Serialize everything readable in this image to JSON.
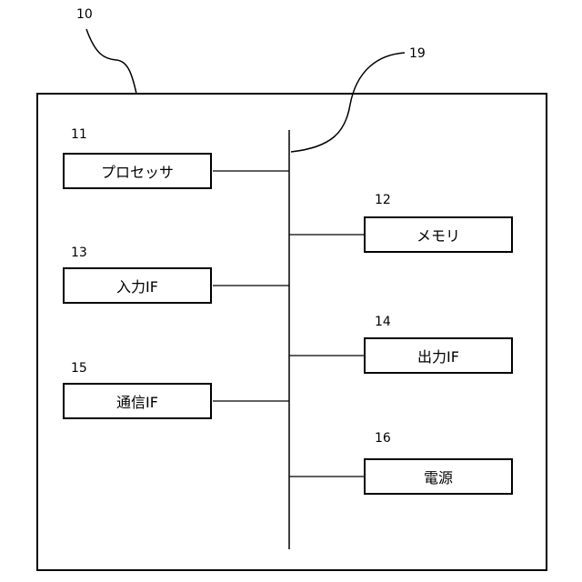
{
  "device": {
    "ref": "10"
  },
  "bus": {
    "ref": "19"
  },
  "components": [
    {
      "ref": "11",
      "label": "プロセッサ"
    },
    {
      "ref": "12",
      "label": "メモリ"
    },
    {
      "ref": "13",
      "label": "入力IF"
    },
    {
      "ref": "14",
      "label": "出力IF"
    },
    {
      "ref": "15",
      "label": "通信IF"
    },
    {
      "ref": "16",
      "label": "電源"
    }
  ]
}
